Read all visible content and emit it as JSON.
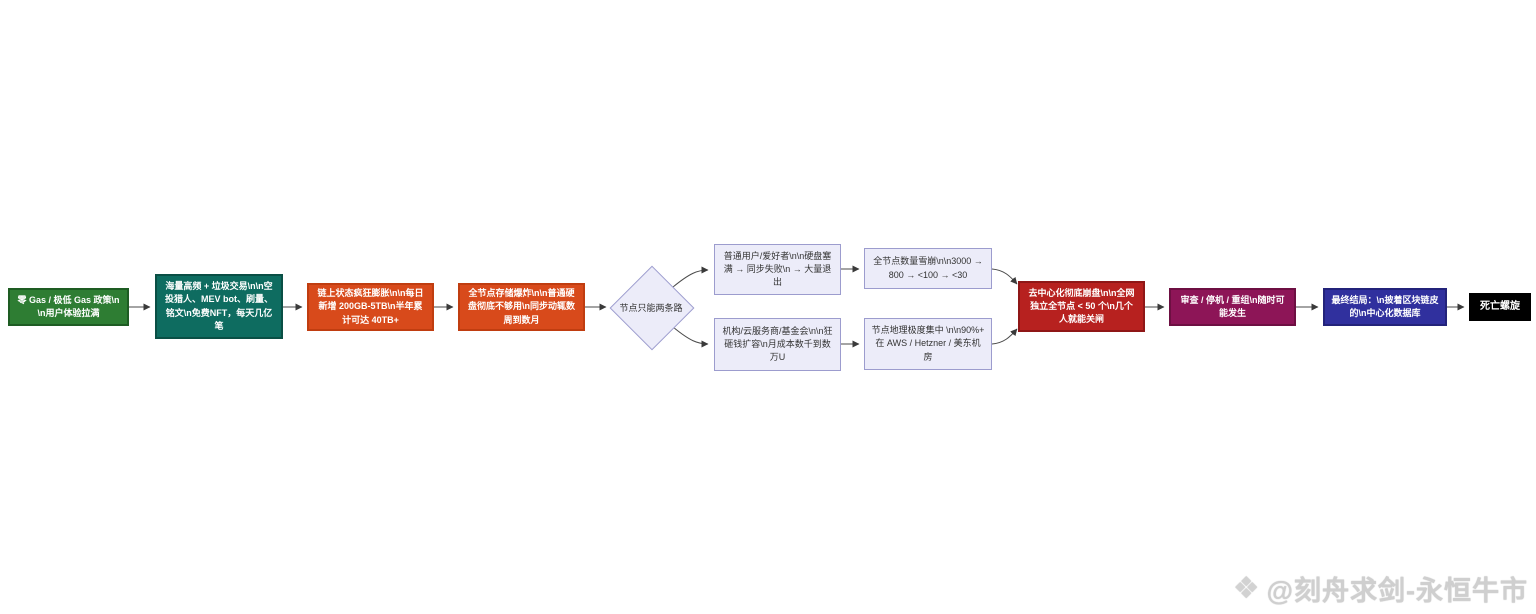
{
  "diagram": {
    "nodes": [
      {
        "id": "gas",
        "label": "零 Gas / 极低 Gas 政策\\n\\n用户体验拉满",
        "bg": "#2e7d33"
      },
      {
        "id": "spam",
        "label": "海量高频 + 垃圾交易\\n\\n空投猎人、MEV bot、刷量、铭文\\n免费NFT，每天几亿笔",
        "bg": "#0e6c60"
      },
      {
        "id": "state",
        "label": "链上状态疯狂膨胀\\n\\n每日新增 200GB-5TB\\n半年累计可达 40TB+",
        "bg": "#d84a1b"
      },
      {
        "id": "storage",
        "label": "全节点存储爆炸\\n\\n普通硬盘彻底不够用\\n同步动辄数周到数月",
        "bg": "#d84a1b"
      },
      {
        "id": "decision",
        "label": "节点只能两条路",
        "bg": "#ececf9"
      },
      {
        "id": "users",
        "label": "普通用户/爱好者\\n\\n硬盘塞满 → 同步失败\\n → 大量退出",
        "bg": "#ececf9"
      },
      {
        "id": "inst",
        "label": "机构/云服务商/基金会\\n\\n狂砸钱扩容\\n月成本数千到数万U",
        "bg": "#ececf9"
      },
      {
        "id": "count",
        "label": "全节点数量雪崩\\n\\n3000 → 800 → <100 → <30",
        "bg": "#ececf9"
      },
      {
        "id": "geo",
        "label": "节点地理极度集中 \\n\\n90%+ 在 AWS / Hetzner / 美东机房",
        "bg": "#ececf9"
      },
      {
        "id": "collapse",
        "label": "去中心化彻底崩盘\\n\\n全网独立全节点 < 50 个\\n几个人就能关闸",
        "bg": "#b7211f"
      },
      {
        "id": "censor",
        "label": "审查 / 停机 / 重组\\n随时可能发生",
        "bg": "#8d1557"
      },
      {
        "id": "final",
        "label": "最终结局：\\n披着区块链皮的\\n中心化数据库",
        "bg": "#30309e"
      },
      {
        "id": "death",
        "label": "死亡螺旋",
        "bg": "#000000"
      }
    ],
    "colors": {
      "green": "#2e7d33",
      "teal": "#0e6c60",
      "orange": "#d84a1b",
      "lavender_fill": "#ececf9",
      "lavender_border": "#9c9cce",
      "red": "#b7211f",
      "maroon": "#8d1557",
      "indigo": "#30309e",
      "black": "#000000",
      "edge": "#4a4a4a",
      "background": "#ffffff"
    },
    "watermark": {
      "icon": "diamond-logo-icon",
      "icon_glyph": "❖",
      "handle": "@刻舟求剑-永恒牛市"
    }
  }
}
